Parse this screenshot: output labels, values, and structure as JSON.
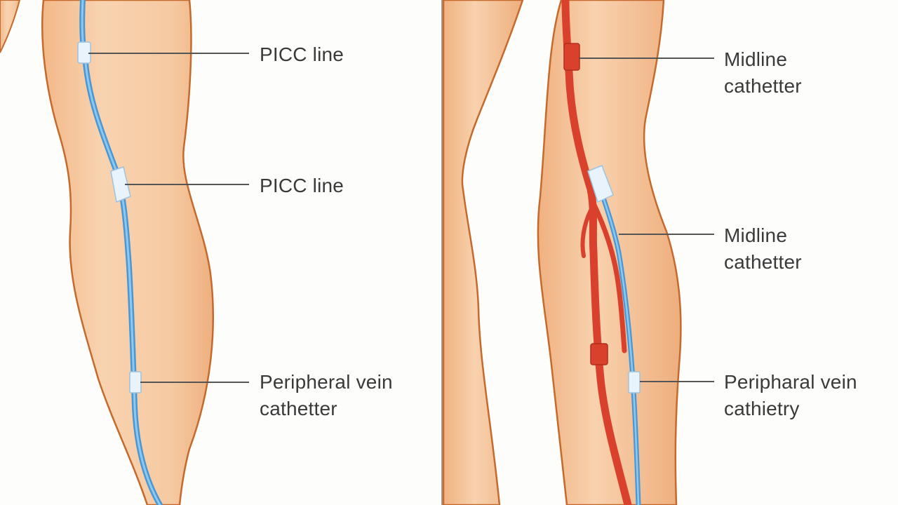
{
  "left_panel": {
    "labels": [
      {
        "lines": [
          "PICC line"
        ]
      },
      {
        "lines": [
          "PICC line"
        ]
      },
      {
        "lines": [
          "Peripheral vein",
          "cathetter"
        ]
      }
    ]
  },
  "right_panel": {
    "labels": [
      {
        "lines": [
          "Midline",
          "cathetter"
        ]
      },
      {
        "lines": [
          "Midline",
          "cathetter"
        ]
      },
      {
        "lines": [
          "Peripharal vein",
          "cathietry"
        ]
      }
    ]
  },
  "colors": {
    "skin_light": "#f7cfa9",
    "skin_mid": "#f0b585",
    "skin_outline": "#c56a2c",
    "catheter_blue": "#5aa9e0",
    "vein_red": "#e0432d",
    "connector": "#e9f3fb",
    "leader_line": "#555555"
  }
}
